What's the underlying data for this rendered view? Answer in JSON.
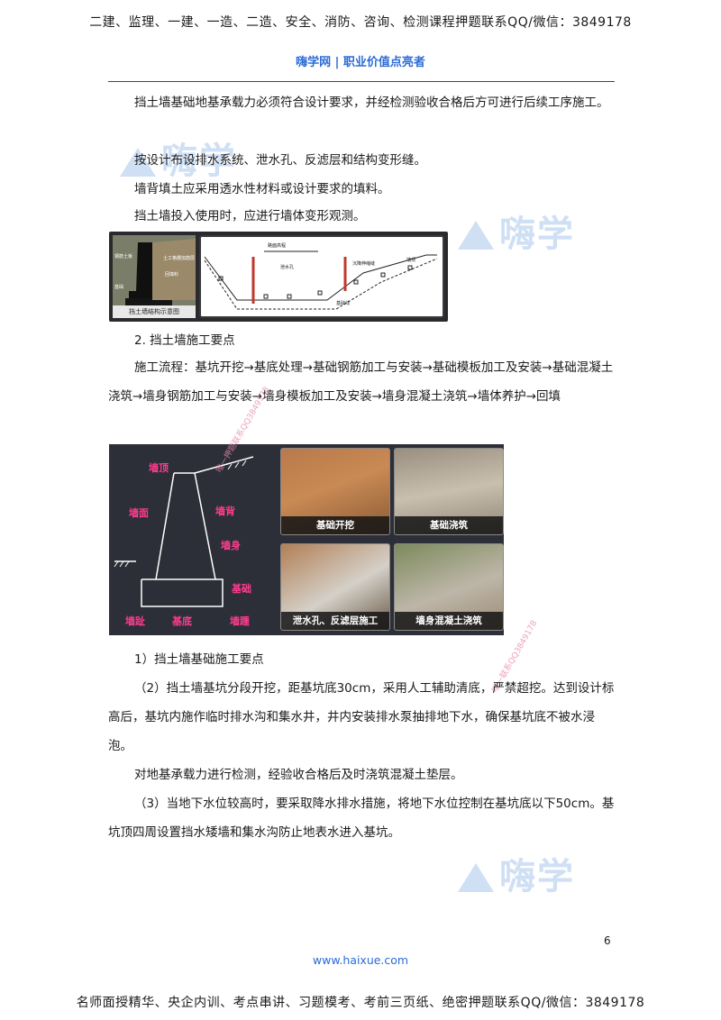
{
  "header": {
    "banner": "二建、监理、一建、一造、二造、安全、消防、咨询、检测课程押题联系QQ/微信：3849178",
    "brand": "嗨学网 | 职业价值点亮者"
  },
  "watermarks": {
    "text": "嗨学",
    "stamp1": "唯一押题联系QQ3849178",
    "stamp2": "唯一联系QQ3849178"
  },
  "body": {
    "p1": "挡土墙基础地基承载力必须符合设计要求，并经检测验收合格后方可进行后续工序施工。",
    "p2": "按设计布设排水系统、泄水孔、反滤层和结构变形缝。",
    "p3": "墙背填土应采用透水性材料或设计要求的填料。",
    "p4": "挡土墙投入使用时，应进行墙体变形观测。",
    "section_heading": "2. 挡土墙施工要点",
    "flow": "施工流程：基坑开挖→基底处理→基础钢筋加工与安装→基础模板加工及安装→基础混凝土浇筑→墙身钢筋加工与安装→墙身模板加工及安装→墙身混凝土浇筑→墙体养护→回填",
    "sub_heading": "1）挡土墙基础施工要点",
    "p5": "（2）挡土墙基坑分段开挖，距基坑底30cm，采用人工辅助清底，严禁超挖。达到设计标高后，基坑内施作临时排水沟和集水井，井内安装排水泵抽排地下水，确保基坑底不被水浸泡。",
    "p6": "对地基承载力进行检测，经验收合格后及时浇筑混凝土垫层。",
    "p7": "（3）当地下水位较高时，要采取降水排水措施，将地下水位控制在基坑底以下50cm。基坑顶四周设置挡水矮墙和集水沟防止地表水进入基坑。"
  },
  "figure1": {
    "left_caption": "挡土墙结构示意图",
    "left_labels": [
      "钢筋土板",
      "土工格栅加筋层",
      "回填料",
      "基础"
    ],
    "right_labels": [
      "路面高程",
      "泄水孔",
      "沉降伸缩缝",
      "墙顶",
      "基础线"
    ]
  },
  "figure2": {
    "labels": [
      "墙顶",
      "墙面",
      "墙背",
      "墙身",
      "基础",
      "墙趾",
      "基底",
      "墙踵"
    ],
    "photos": [
      "基础开挖",
      "基础浇筑",
      "泄水孔、反滤层施工",
      "墙身混凝土浇筑"
    ]
  },
  "footer": {
    "page_number": "6",
    "url": "www.haixue.com",
    "banner": "名师面授精华、央企内训、考点串讲、习题模考、考前三页纸、绝密押题联系QQ/微信：3849178"
  }
}
